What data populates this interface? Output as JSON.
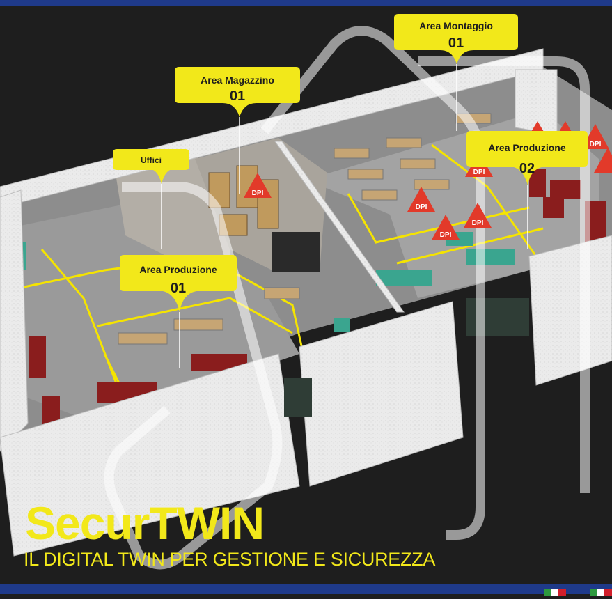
{
  "brand": {
    "title": "SecurTWIN",
    "subtitle": "IL DIGITAL TWIN PER GESTIONE E SICUREZZA"
  },
  "areas": [
    {
      "id": "area-montaggio-01",
      "name": "Area Montaggio",
      "number": "01"
    },
    {
      "id": "area-magazzino-01",
      "name": "Area Magazzino",
      "number": "01"
    },
    {
      "id": "uffici",
      "name": "Uffici",
      "number": ""
    },
    {
      "id": "area-produzione-02",
      "name": "Area Produzione",
      "number": "02"
    },
    {
      "id": "area-produzione-01",
      "name": "Area Produzione",
      "number": "01"
    }
  ],
  "dpi_marker_label": "DPI",
  "colors": {
    "brand_yellow": "#f2e81a",
    "marker_red": "#e23a2a",
    "header_blue": "#1f3a8a",
    "background": "#1e1e1e",
    "floor_line_yellow": "#f5e400",
    "machine_red": "#8a1d1d",
    "machine_teal": "#3aa58f"
  },
  "flag_colors": [
    "#2e9a3e",
    "#ffffff",
    "#d21f2b"
  ]
}
